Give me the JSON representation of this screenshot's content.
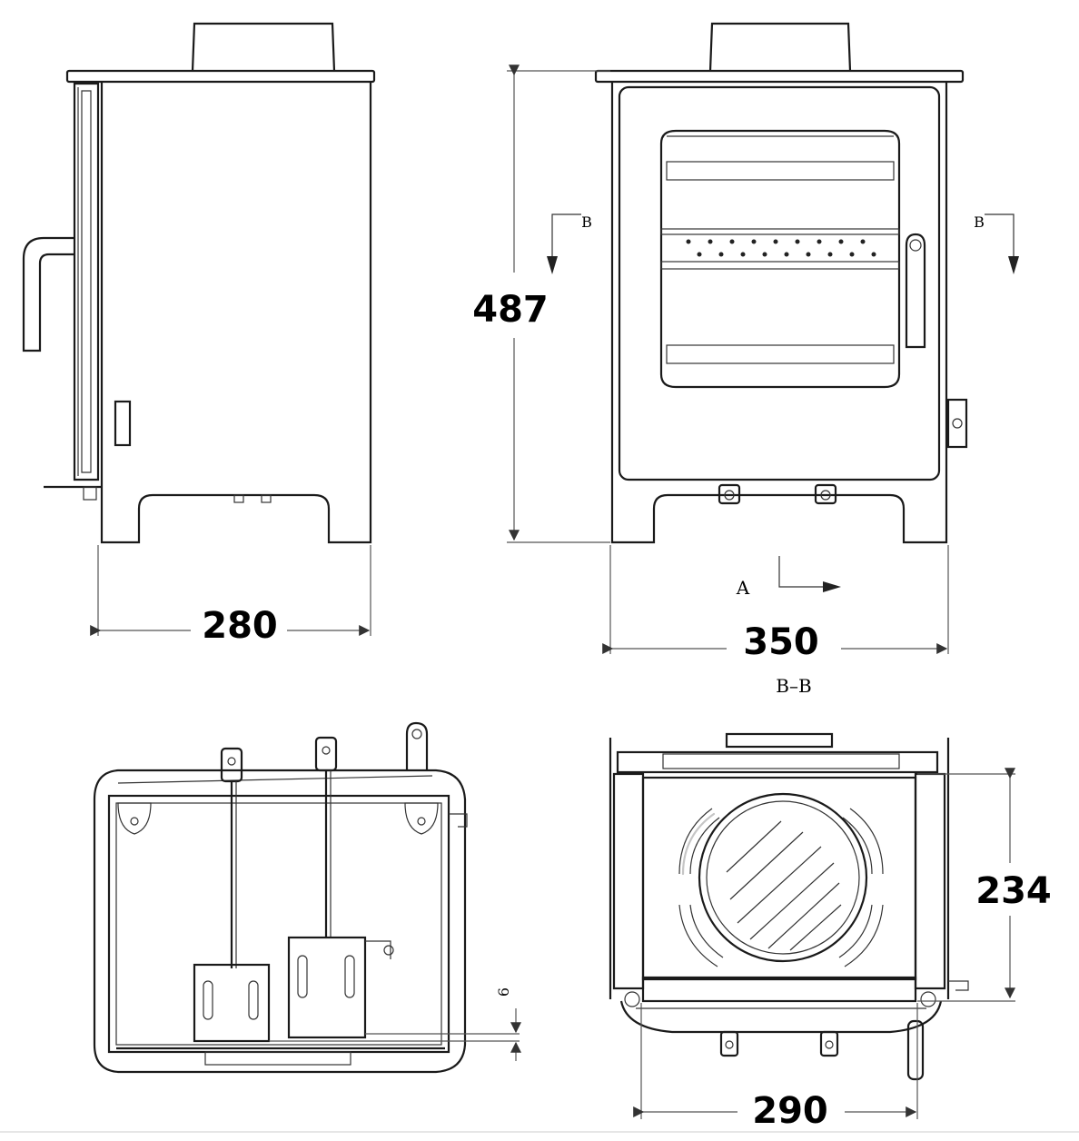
{
  "dimensions": {
    "side_width": "280",
    "height": "487",
    "front_width": "350",
    "section_depth": "234",
    "section_width": "290",
    "small_gap": "6"
  },
  "labels": {
    "section_marker_left": "B",
    "section_marker_right": "B",
    "view_arrow": "A",
    "section_title": "B–B"
  },
  "colors": {
    "line": "#1a1a1a",
    "background": "#ffffff"
  }
}
